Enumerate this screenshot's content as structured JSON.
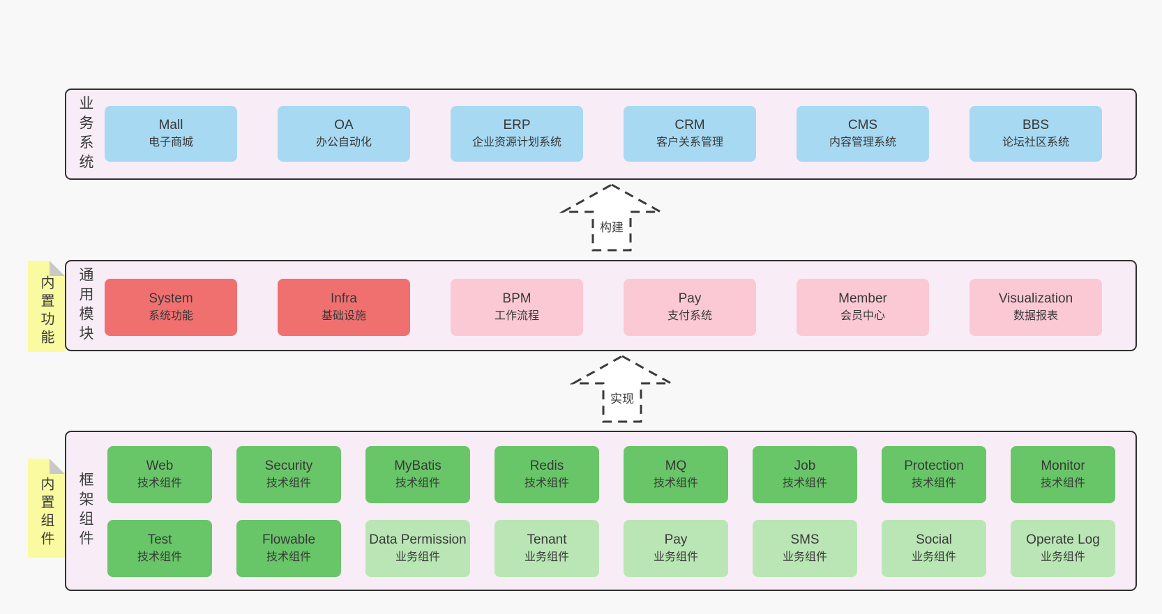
{
  "background": "#f8f8f8",
  "colors": {
    "container_bg": "#f8ecf6",
    "container_border": "#2f2f2f",
    "blue": "#a7d9f2",
    "red": "#f07070",
    "pink": "#fbc9d3",
    "green": "#68c668",
    "light_green": "#bae6b5",
    "sticky_yellow": "#fafaa0",
    "sticky_fold": "#c9c9c9",
    "text": "#383838"
  },
  "layers": {
    "business": {
      "side_label": "业务系统",
      "boxes": [
        {
          "name": "Mall",
          "desc": "电子商城",
          "variant": "blue"
        },
        {
          "name": "OA",
          "desc": "办公自动化",
          "variant": "blue"
        },
        {
          "name": "ERP",
          "desc": "企业资源计划系统",
          "variant": "blue"
        },
        {
          "name": "CRM",
          "desc": "客户关系管理",
          "variant": "blue"
        },
        {
          "name": "CMS",
          "desc": "内容管理系统",
          "variant": "blue"
        },
        {
          "name": "BBS",
          "desc": "论坛社区系统",
          "variant": "blue"
        }
      ]
    },
    "modules": {
      "side_label": "通用模块",
      "sticky_note": "内置功能",
      "boxes": [
        {
          "name": "System",
          "desc": "系统功能",
          "variant": "red"
        },
        {
          "name": "Infra",
          "desc": "基础设施",
          "variant": "red"
        },
        {
          "name": "BPM",
          "desc": "工作流程",
          "variant": "pink"
        },
        {
          "name": "Pay",
          "desc": "支付系统",
          "variant": "pink"
        },
        {
          "name": "Member",
          "desc": "会员中心",
          "variant": "pink"
        },
        {
          "name": "Visualization",
          "desc": "数据报表",
          "variant": "pink"
        }
      ]
    },
    "framework": {
      "side_label": "框架组件",
      "sticky_note": "内置组件",
      "row1": [
        {
          "name": "Web",
          "desc": "技术组件",
          "variant": "green"
        },
        {
          "name": "Security",
          "desc": "技术组件",
          "variant": "green"
        },
        {
          "name": "MyBatis",
          "desc": "技术组件",
          "variant": "green"
        },
        {
          "name": "Redis",
          "desc": "技术组件",
          "variant": "green"
        },
        {
          "name": "MQ",
          "desc": "技术组件",
          "variant": "green"
        },
        {
          "name": "Job",
          "desc": "技术组件",
          "variant": "green"
        },
        {
          "name": "Protection",
          "desc": "技术组件",
          "variant": "green"
        },
        {
          "name": "Monitor",
          "desc": "技术组件",
          "variant": "green"
        }
      ],
      "row2": [
        {
          "name": "Test",
          "desc": "技术组件",
          "variant": "green"
        },
        {
          "name": "Flowable",
          "desc": "技术组件",
          "variant": "green"
        },
        {
          "name": "Data Permission",
          "desc": "业务组件",
          "variant": "lightgreen"
        },
        {
          "name": "Tenant",
          "desc": "业务组件",
          "variant": "lightgreen"
        },
        {
          "name": "Pay",
          "desc": "业务组件",
          "variant": "lightgreen"
        },
        {
          "name": "SMS",
          "desc": "业务组件",
          "variant": "lightgreen"
        },
        {
          "name": "Social",
          "desc": "业务组件",
          "variant": "lightgreen"
        },
        {
          "name": "Operate Log",
          "desc": "业务组件",
          "variant": "lightgreen"
        }
      ]
    }
  },
  "arrows": {
    "build": {
      "label": "构建"
    },
    "implement": {
      "label": "实现"
    }
  }
}
